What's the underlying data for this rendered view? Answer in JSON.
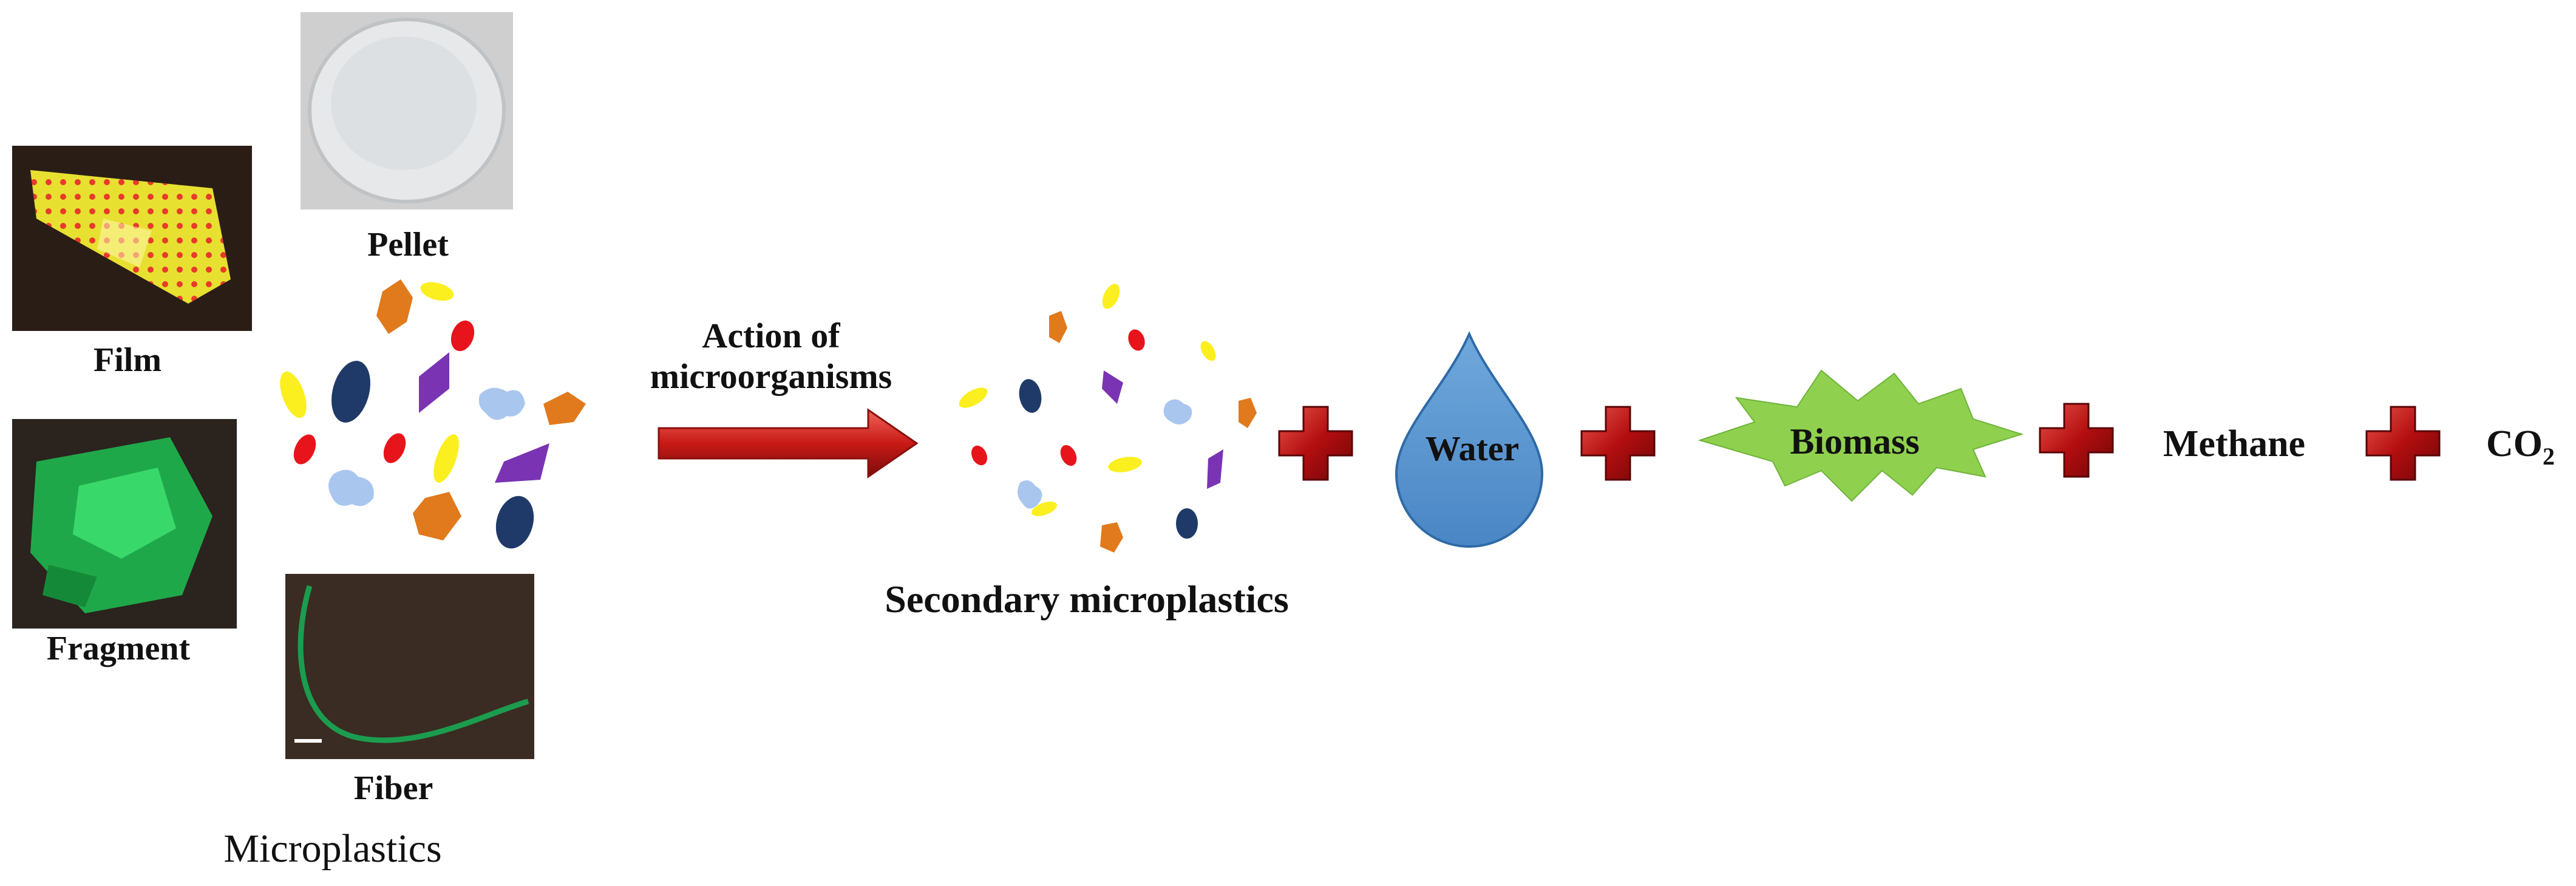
{
  "photos": {
    "film": "Film",
    "pellet": "Pellet",
    "fragment": "Fragment",
    "fiber": "Fiber"
  },
  "group_label": "Microplastics",
  "arrow_label": "Action of\nmicroorganisms",
  "secondary_label": "Secondary microplastics",
  "products": {
    "water": "Water",
    "biomass": "Biomass",
    "methane": "Methane",
    "co2_main": "CO",
    "co2_sub": "2"
  },
  "colors": {
    "orange": "#e07a1c",
    "yellow": "#fbef1f",
    "navy": "#1f3a68",
    "purple": "#7a34b3",
    "red": "#e8141b",
    "lightblue": "#a9c6ee",
    "arrow_red": "#c81a16",
    "plus_red": "#b30e10",
    "water_blue": "#5b9bd5",
    "biomass_green": "#8fd14f"
  }
}
